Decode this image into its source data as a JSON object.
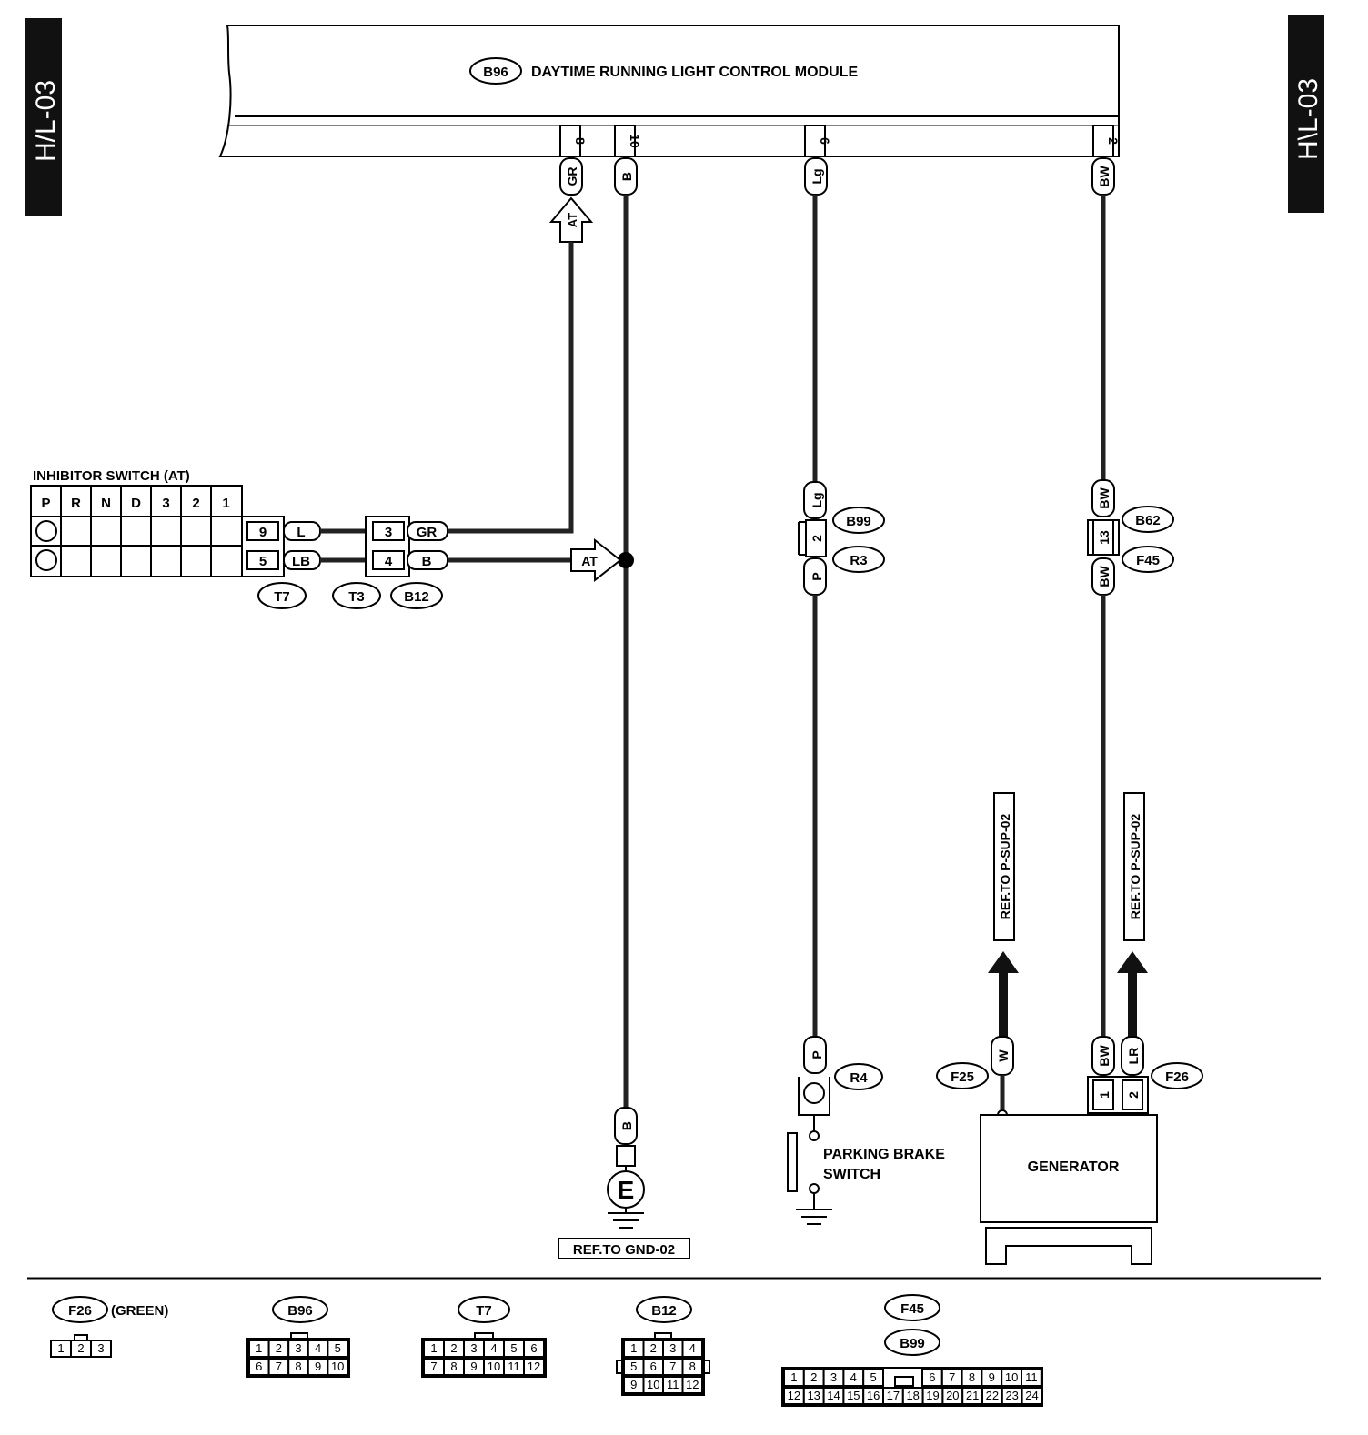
{
  "side_tags": {
    "left": "H/L-03",
    "right": "H\\L-03"
  },
  "module": {
    "connector": "B96",
    "title": "DAYTIME RUNNING LIGHT CONTROL MODULE",
    "pins": [
      {
        "num": "8",
        "color": "GR"
      },
      {
        "num": "10",
        "color": "B"
      },
      {
        "num": "6",
        "color": "Lg"
      },
      {
        "num": "2",
        "color": "BW"
      }
    ]
  },
  "arrow_at_label": "AT",
  "inhibitor": {
    "title": "INHIBITOR SWITCH (AT)",
    "positions": [
      "P",
      "R",
      "N",
      "D",
      "3",
      "2",
      "1"
    ],
    "t7_pins": [
      {
        "num": "9",
        "color": "L"
      },
      {
        "num": "5",
        "color": "LB"
      }
    ],
    "b12_pins": [
      {
        "num": "3",
        "color": "GR"
      },
      {
        "num": "4",
        "color": "B"
      }
    ],
    "connectors": [
      "T7",
      "T3",
      "B12"
    ]
  },
  "ground": {
    "wire": "B",
    "symbol": "E",
    "ref": "REF.TO GND-02"
  },
  "lg_line": {
    "upper": "Lg",
    "pin": "2",
    "lower": "P",
    "conn_upper": "B99",
    "conn_lower": "R3",
    "r4_wire": "P",
    "r4": "R4",
    "switch_label_1": "PARKING BRAKE",
    "switch_label_2": "SWITCH"
  },
  "bw_line": {
    "upper": "BW",
    "pin": "13",
    "lower": "BW",
    "conn_upper": "B62",
    "conn_lower": "F45"
  },
  "generator": {
    "label": "GENERATOR",
    "f25": "F25",
    "f25_wire": "W",
    "f26": "F26",
    "pins": [
      {
        "num": "1",
        "color": "BW"
      },
      {
        "num": "2",
        "color": "LR"
      }
    ],
    "ref1": "REF.TO P-SUP-02",
    "ref2": "REF.TO P-SUP-02"
  },
  "legend": {
    "f26": {
      "name": "F26",
      "note": "(GREEN)",
      "pins": [
        "1",
        "2",
        "3"
      ]
    },
    "b96": {
      "name": "B96",
      "row1": [
        "1",
        "2",
        "3",
        "4",
        "5"
      ],
      "row2": [
        "6",
        "7",
        "8",
        "9",
        "10"
      ]
    },
    "t7": {
      "name": "T7",
      "row1": [
        "1",
        "2",
        "3",
        "4",
        "5",
        "6"
      ],
      "row2": [
        "7",
        "8",
        "9",
        "10",
        "11",
        "12"
      ]
    },
    "b12": {
      "name": "B12",
      "row1": [
        "1",
        "2",
        "3",
        "4"
      ],
      "row2": [
        "5",
        "6",
        "7",
        "8"
      ],
      "row3": [
        "9",
        "10",
        "11",
        "12"
      ]
    },
    "f45": {
      "name1": "F45",
      "name2": "B99",
      "row1a": [
        "1",
        "2",
        "3",
        "4",
        "5"
      ],
      "row1b": [
        "6",
        "7",
        "8",
        "9",
        "10",
        "11"
      ],
      "row2": [
        "12",
        "13",
        "14",
        "15",
        "16",
        "17",
        "18",
        "19",
        "20",
        "21",
        "22",
        "23",
        "24"
      ]
    }
  }
}
